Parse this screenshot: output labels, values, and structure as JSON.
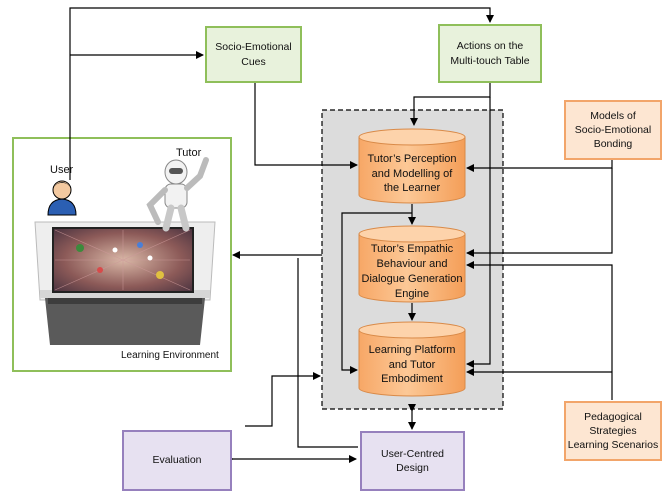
{
  "nodes": {
    "socio_emotional_cues": "Socio-Emotional\nCues",
    "actions_table": "Actions on the\nMulti-touch Table",
    "models_bonding": "Models of\nSocio-Emotional\nBonding",
    "perception": "Tutor’s Perception\nand Modelling of\nthe Learner",
    "empathic": "Tutor’s Empathic\nBehaviour and\nDialogue Generation\nEngine",
    "platform": "Learning Platform\nand Tutor\nEmbodiment",
    "pedagogical": "Pedagogical\nStrategies\nLearning Scenarios",
    "evaluation": "Evaluation",
    "user_centred": "User-Centred\nDesign"
  },
  "environment": {
    "user_label": "User",
    "tutor_label": "Tutor",
    "caption": "Learning Environment"
  },
  "colors": {
    "green_border": "#8fbf5a",
    "green_fill": "#e8f2dc",
    "orange_border": "#f2a56a",
    "orange_fill": "#fde6d2",
    "orange_cylinder": "#fbbf85",
    "purple_border": "#9680bd",
    "purple_fill": "#e7e1f1",
    "core_region": "#dcdcdc",
    "arrow": "#000000"
  }
}
